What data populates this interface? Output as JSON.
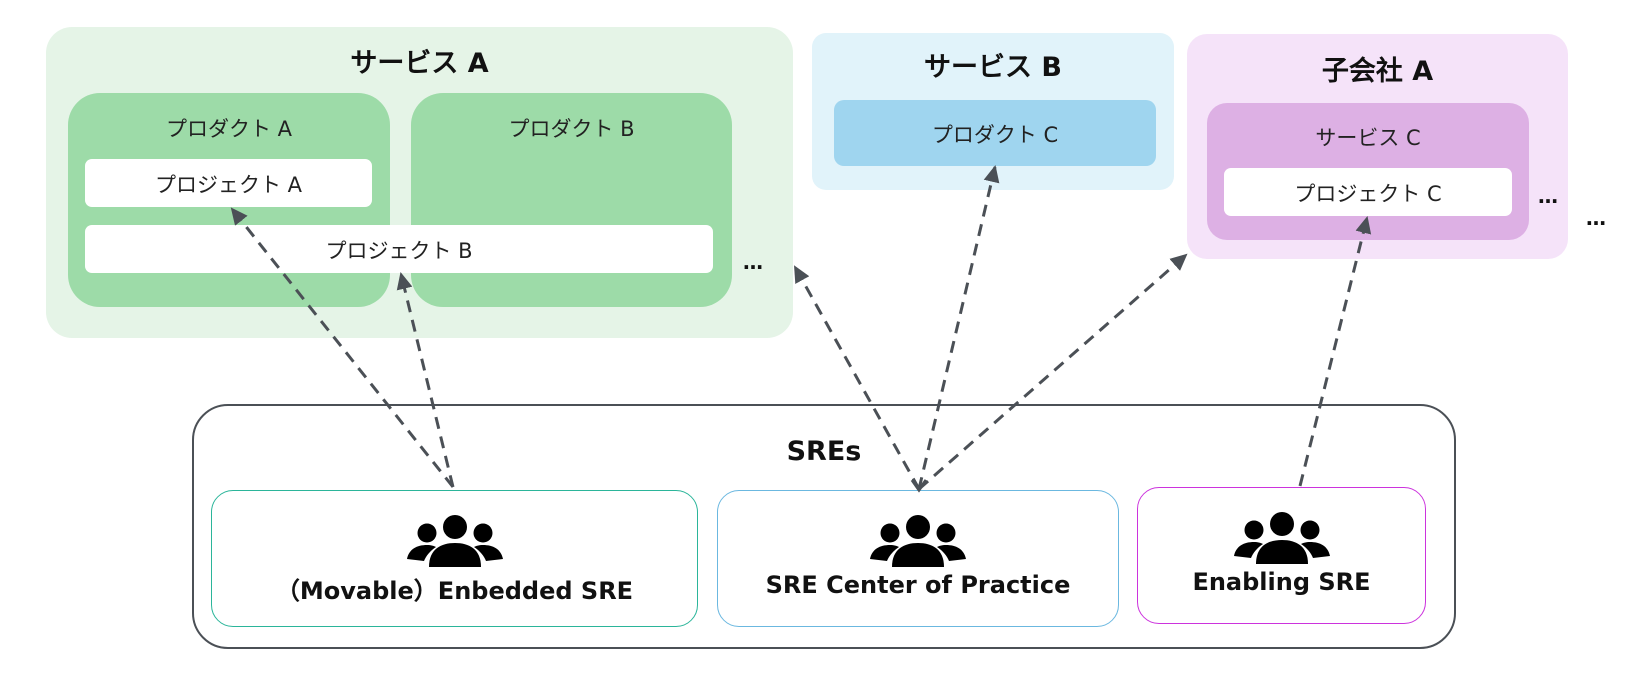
{
  "groups": {
    "service_a": {
      "title": "サービス A",
      "color": "#e5f4e7",
      "products": [
        {
          "label": "プロダクト A",
          "color": "#9ddba8"
        },
        {
          "label": "プロダクト B",
          "color": "#9ddba8"
        }
      ],
      "projects": [
        {
          "label": "プロジェクト A"
        },
        {
          "label": "プロジェクト B"
        }
      ],
      "more": "…"
    },
    "service_b": {
      "title": "サービス B",
      "color": "#e1f3fa",
      "products": [
        {
          "label": "プロダクト C",
          "color": "#9fd5ef"
        }
      ]
    },
    "subsidiary_a": {
      "title": "子会社 A",
      "color": "#f5e3f9",
      "services": [
        {
          "label": "サービス C",
          "color": "#ddb0e4"
        }
      ],
      "projects": [
        {
          "label": "プロジェクト C"
        }
      ],
      "more_inner": "…",
      "more_outer": "…"
    }
  },
  "sres": {
    "title": "SREs",
    "teams": [
      {
        "name": "（Movable）Enbedded SRE",
        "icon": "people-group-icon",
        "border_color": "#2bb59a"
      },
      {
        "name": "SRE Center of Practice",
        "icon": "people-group-icon",
        "border_color": "#6bb8e0"
      },
      {
        "name": "Enabling SRE",
        "icon": "people-group-icon",
        "border_color": "#cc33dd"
      }
    ]
  },
  "connections": [
    {
      "from": "（Movable）Enbedded SRE",
      "to": "プロジェクト A",
      "style": "dashed-arrow"
    },
    {
      "from": "（Movable）Enbedded SRE",
      "to": "プロジェクト B",
      "style": "dashed-arrow"
    },
    {
      "from": "SRE Center of Practice",
      "to": "サービス A",
      "style": "dashed-arrow"
    },
    {
      "from": "SRE Center of Practice",
      "to": "プロダクト C",
      "style": "dashed-arrow"
    },
    {
      "from": "SRE Center of Practice",
      "to": "子会社 A",
      "style": "dashed-arrow"
    },
    {
      "from": "Enabling SRE",
      "to": "プロジェクト C",
      "style": "dashed-arrow"
    }
  ],
  "arrow_color": "#4b5056"
}
